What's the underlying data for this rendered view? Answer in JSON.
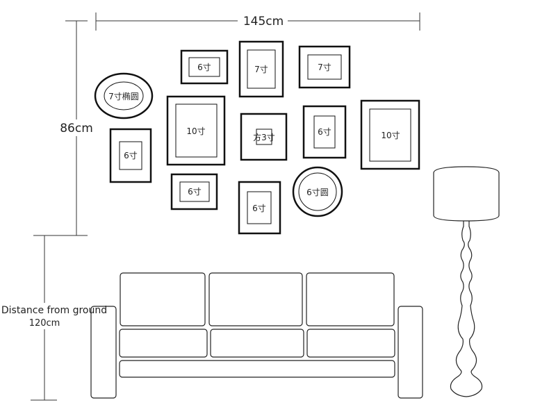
{
  "dimensions": {
    "width_label": "145cm",
    "height_label": "86cm",
    "ground_label_line1": "Distance from ground",
    "ground_label_line2": "120cm"
  },
  "frames": [
    {
      "id": "oval-7",
      "label": "7寸椭圆"
    },
    {
      "id": "small-6-left",
      "label": "6寸"
    },
    {
      "id": "top-6",
      "label": "6寸"
    },
    {
      "id": "large-10-left",
      "label": "10寸"
    },
    {
      "id": "bottom-6-left",
      "label": "6寸"
    },
    {
      "id": "top-7-tall",
      "label": "7寸"
    },
    {
      "id": "square-3",
      "label": "方3寸"
    },
    {
      "id": "bottom-6-center",
      "label": "6寸"
    },
    {
      "id": "top-7-wide",
      "label": "7寸"
    },
    {
      "id": "mid-6-right",
      "label": "6寸"
    },
    {
      "id": "round-6",
      "label": "6寸圆"
    },
    {
      "id": "large-10-right",
      "label": "10寸"
    }
  ],
  "colors": {
    "line": "#111111",
    "text": "#222222",
    "background": "#ffffff"
  }
}
